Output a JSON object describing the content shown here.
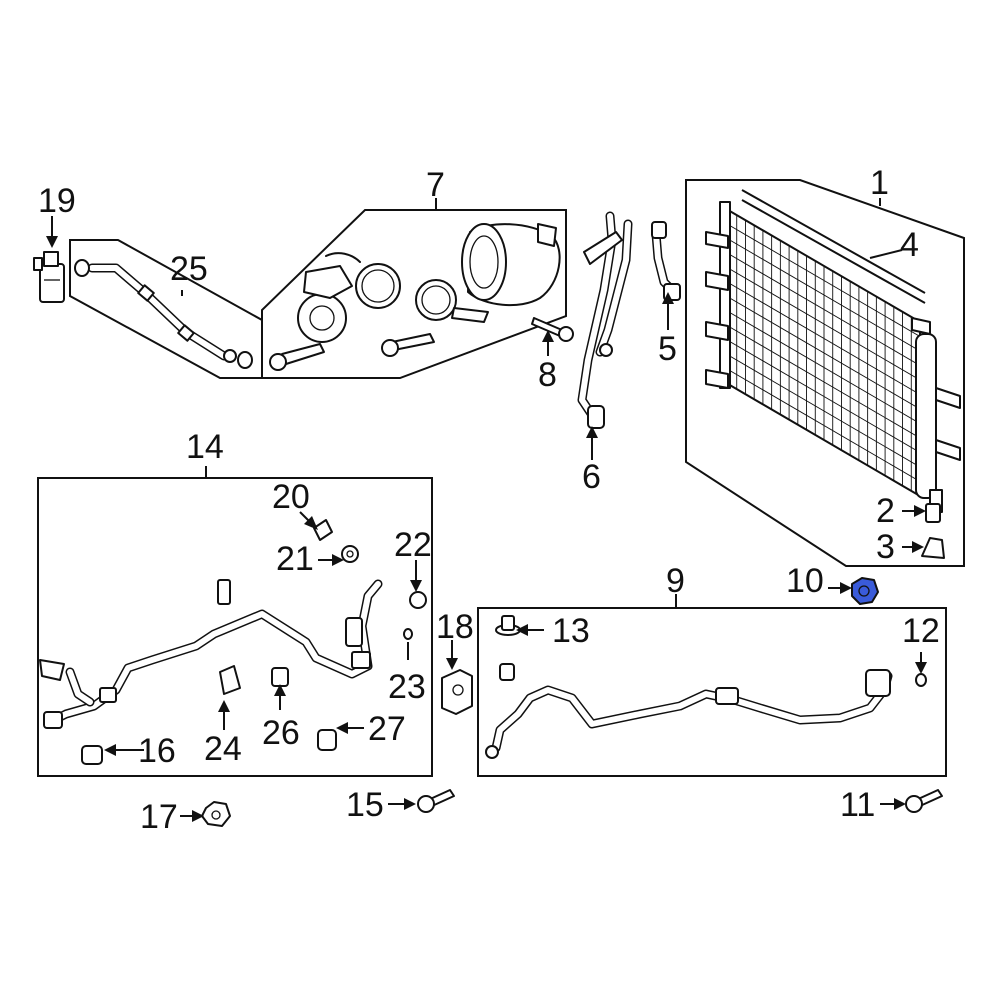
{
  "callouts": {
    "c1": "1",
    "c2": "2",
    "c3": "3",
    "c4": "4",
    "c5": "5",
    "c6": "6",
    "c7": "7",
    "c8": "8",
    "c9": "9",
    "c10": "10",
    "c11": "11",
    "c12": "12",
    "c13": "13",
    "c14": "14",
    "c15": "15",
    "c16": "16",
    "c17": "17",
    "c18": "18",
    "c19": "19",
    "c20": "20",
    "c21": "21",
    "c22": "22",
    "c23": "23",
    "c24": "24",
    "c25": "25",
    "c26": "26",
    "c27": "27"
  },
  "highlight_color": "#3a5bd9",
  "highlighted_part": "10"
}
